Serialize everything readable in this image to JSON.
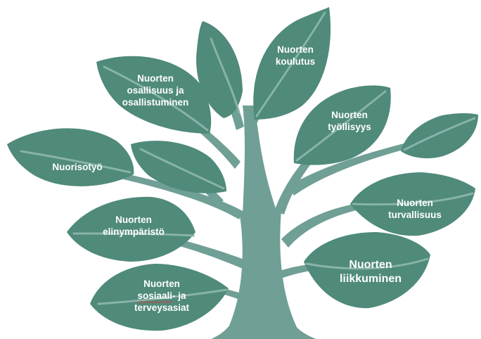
{
  "labels": {
    "koulutus": {
      "line1": "Nuorten",
      "line2": "koulutus"
    },
    "osallisuus": {
      "line1": "Nuorten",
      "line2": "osallisuus ja",
      "line3": "osallistuminen"
    },
    "tyollisyys": {
      "line1": "Nuorten",
      "line2": "työllisyys"
    },
    "nuorisotyo": {
      "line1": "Nuorisotyö"
    },
    "turvallisuus": {
      "line1": "Nuorten",
      "line2": "turvallisuus"
    },
    "elinymparisto": {
      "line1": "Nuorten",
      "line2": "elinympäristö"
    },
    "liikkuminen": {
      "line1": "Nuorten",
      "line2": "liikkuminen"
    },
    "sosiaali": {
      "line1": "Nuorten",
      "line2a": "sosiaali",
      "line2b": "- ja",
      "line3": "terveysasiat"
    }
  },
  "colors": {
    "leaf": "#4f8a7a",
    "trunk": "#6f9f95",
    "text": "#ffffff"
  }
}
